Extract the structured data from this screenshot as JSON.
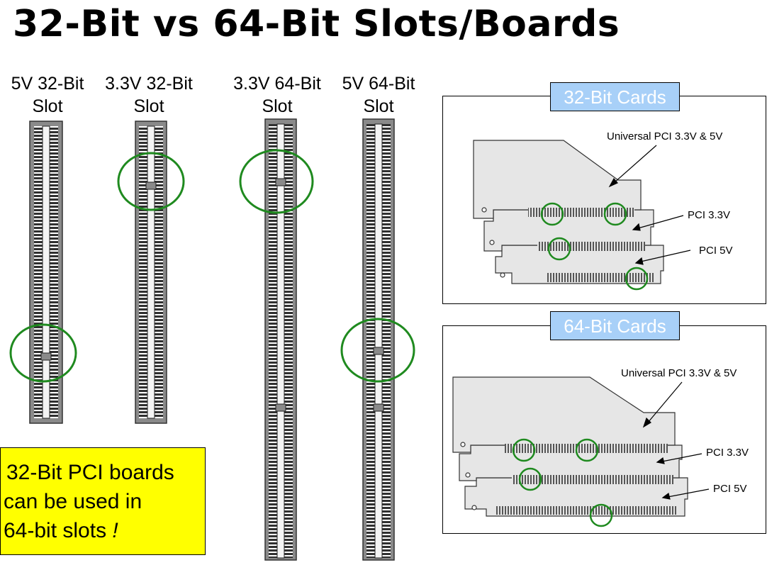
{
  "title": "32-Bit vs 64-Bit Slots/Boards",
  "slots": [
    {
      "line1": "5V 32-Bit",
      "line2": "Slot"
    },
    {
      "line1": "3.3V 32-Bit",
      "line2": "Slot"
    },
    {
      "line1": "3.3V 64-Bit",
      "line2": "Slot"
    },
    {
      "line1": "5V 64-Bit",
      "line2": "Slot"
    }
  ],
  "panels": {
    "cards32": {
      "tag": "32-Bit Cards",
      "labels": {
        "universal": "Universal PCI 3.3V & 5V",
        "pci33": "PCI 3.3V",
        "pci5": "PCI 5V"
      }
    },
    "cards64": {
      "tag": "64-Bit Cards",
      "labels": {
        "universal": "Universal PCI 3.3V & 5V",
        "pci33": "PCI 3.3V",
        "pci5": "PCI 5V"
      }
    }
  },
  "note": {
    "line1": "32-Bit PCI boards",
    "line2": "can be used in",
    "line3": "64-bit slots",
    "exclaim": "!"
  },
  "colors": {
    "circle": "#1f8a1f",
    "slot_frame": "#808080",
    "card_fill": "#e6e6e6",
    "tag_bg": "#a8d0f8",
    "note_bg": "#ffff00"
  }
}
